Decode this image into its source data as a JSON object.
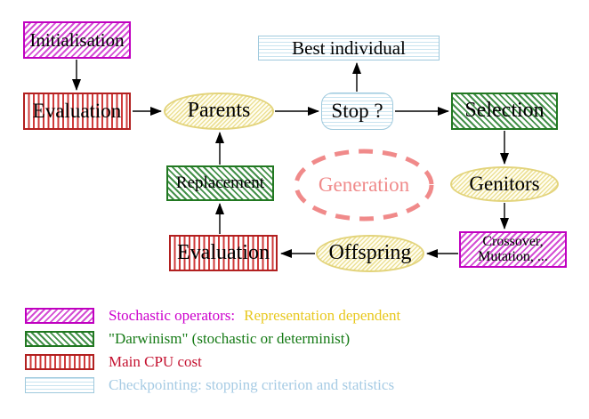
{
  "nodes": {
    "initialisation": {
      "label": "Initialisation"
    },
    "evaluation_top": {
      "label": "Evaluation"
    },
    "parents": {
      "label": "Parents"
    },
    "best_individual": {
      "label": "Best individual"
    },
    "stop": {
      "label": "Stop ?"
    },
    "selection": {
      "label": "Selection"
    },
    "genitors": {
      "label": "Genitors"
    },
    "crossover_mutation": {
      "line1": "Crossover,",
      "line2": "Mutation, ..."
    },
    "offspring": {
      "label": "Offspring"
    },
    "evaluation_bottom": {
      "label": "Evaluation"
    },
    "replacement": {
      "label": "Replacement"
    },
    "generation": {
      "label": "Generation"
    }
  },
  "legend": {
    "items": [
      {
        "swatch": "magenta-diagonal-hatch",
        "text_primary": "Stochastic operators:",
        "text_secondary": "Representation dependent"
      },
      {
        "swatch": "green-diagonal-hatch",
        "text_primary": "\"Darwinism\" (stochastic or determinist)"
      },
      {
        "swatch": "red-vertical-lines",
        "text_primary": "Main CPU cost"
      },
      {
        "swatch": "blue-horizontal-lines",
        "text_primary": "Checkpointing: stopping criterion and statistics"
      }
    ]
  },
  "colors": {
    "magenta": "#cc00cc",
    "green": "#217821",
    "red": "#b22020",
    "light_blue": "#9fc9dd",
    "yellow_ellipse_border": "#e3d47c",
    "salmon_generation": "#f08a8a",
    "legend_yellow_text": "#e8c81e",
    "legend_red_text": "#c41230",
    "arrow_black": "#000000"
  }
}
